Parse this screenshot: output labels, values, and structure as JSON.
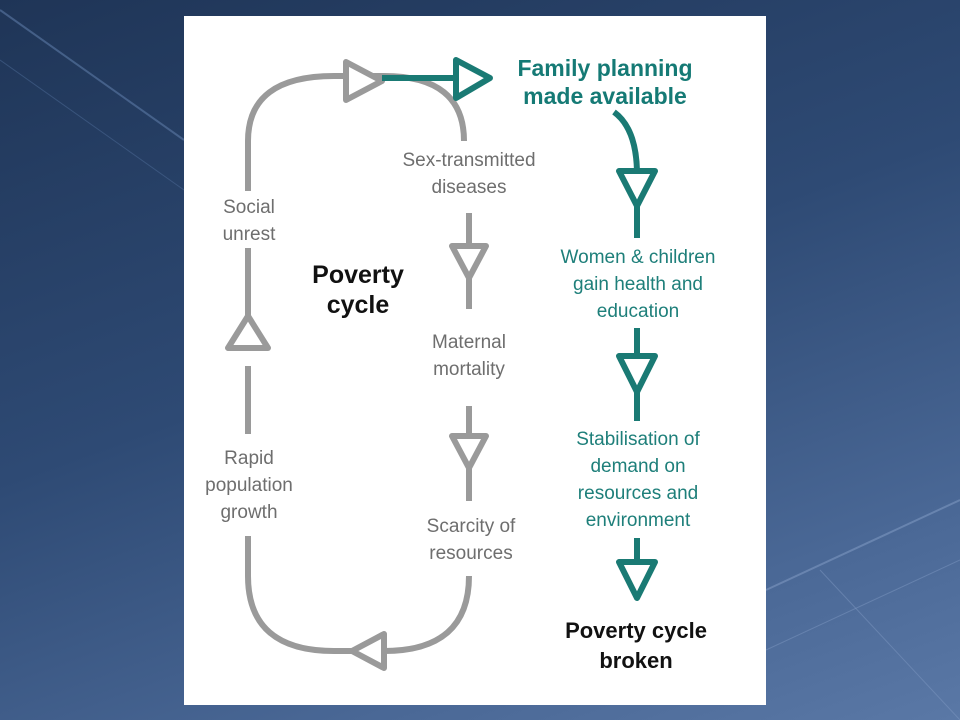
{
  "diagram": {
    "cycle_title": "Poverty\ncycle",
    "cycle_nodes": {
      "social_unrest": "Social\nunrest",
      "rapid_growth": "Rapid\npopulation\ngrowth",
      "sti": "Sex-transmitted\ndiseases",
      "maternal": "Maternal\nmortality",
      "scarcity": "Scarcity of\nresources"
    },
    "intervention_path": {
      "family_planning": "Family planning\nmade available",
      "women_children": "Women & children\ngain health and\neducation",
      "stabilisation": "Stabilisation of\ndemand on\nresources and\nenvironment",
      "broken": "Poverty cycle\nbroken"
    }
  },
  "colors": {
    "cycle": "#9a9a9a",
    "intervention": "#1a7a74",
    "background_dark": "#1f3557",
    "background_light": "#5a78a6"
  }
}
